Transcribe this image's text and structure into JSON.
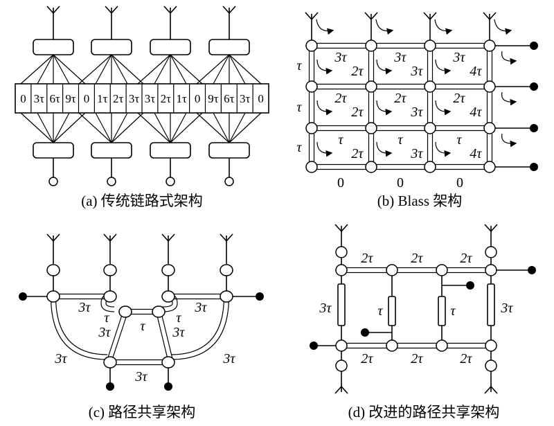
{
  "panels": {
    "a": {
      "caption": "(a) 传统链路式架构",
      "cells": [
        "0",
        "3τ",
        "6τ",
        "9τ",
        "0",
        "1τ",
        "2τ",
        "3τ",
        "3τ",
        "2τ",
        "1τ",
        "0",
        "9τ",
        "6τ",
        "3τ",
        "0"
      ]
    },
    "b": {
      "caption": "(b) Blass 架构",
      "row_labels": [
        "τ",
        "τ",
        "τ"
      ],
      "col_labels": [
        "0",
        "0",
        "0"
      ],
      "cells": [
        [
          "3τ",
          "2τ"
        ],
        [
          "3τ",
          "3τ"
        ],
        [
          "3τ",
          "4τ"
        ],
        [
          "2τ",
          "2τ"
        ],
        [
          "2τ",
          "3τ"
        ],
        [
          "2τ",
          "4τ"
        ],
        [
          "τ",
          "2τ"
        ],
        [
          "τ",
          "3τ"
        ],
        [
          "τ",
          "4τ"
        ]
      ]
    },
    "c": {
      "caption": "(c) 路径共享架构",
      "labels": [
        "3τ",
        "τ",
        "τ",
        "τ",
        "3τ",
        "3τ",
        "3τ",
        "3τ",
        "3τ",
        "3τ"
      ]
    },
    "d": {
      "caption": "(d) 改进的路径共享架构",
      "labels": [
        "2τ",
        "2τ",
        "2τ",
        "3τ",
        "τ",
        "τ",
        "3τ",
        "2τ",
        "2τ",
        "2τ"
      ]
    }
  },
  "colors": {
    "line": "#000000",
    "fill": "#ffffff"
  }
}
